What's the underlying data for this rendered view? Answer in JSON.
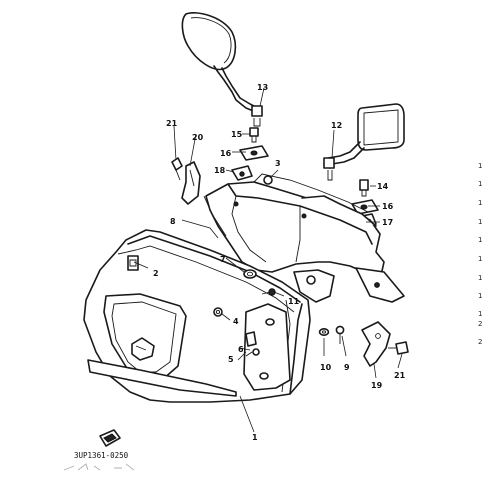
{
  "diagram": {
    "part_numbers": {
      "p1": "1",
      "p2": "2",
      "p3": "3",
      "p4": "4",
      "p5": "5",
      "p6": "6",
      "p7": "7",
      "p8": "8",
      "p9": "9",
      "p10": "10",
      "p11": "11",
      "p12": "12",
      "p13": "13",
      "p14": "14",
      "p15": "15",
      "p16a": "16",
      "p16b": "16",
      "p17": "17",
      "p18": "18",
      "p19": "19",
      "p20": "20",
      "p21a": "21",
      "p21b": "21"
    },
    "catalog_code": "3UP1361-0250",
    "right_edge_marks": [
      "1",
      "1",
      "1",
      "1",
      "1",
      "1",
      "1",
      "1",
      "1",
      "2",
      "2"
    ]
  }
}
